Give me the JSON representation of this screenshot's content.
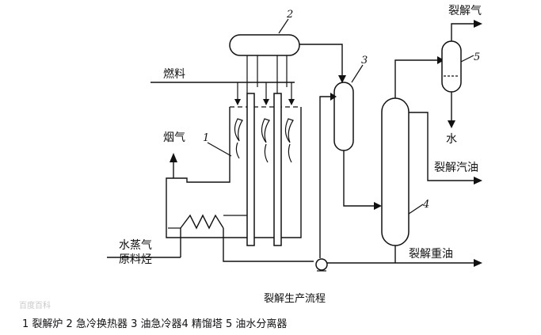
{
  "diagram": {
    "caption": "裂解生产流程",
    "legend": "1 裂解炉 2 急冷换热器 3 油急冷器4 精馏塔 5 油水分离器",
    "watermark": "百度百科",
    "labels": {
      "fuel": "燃料",
      "flue_gas": "烟气",
      "steam": "水蒸气",
      "feed": "原料烃",
      "cracked_gas": "裂解气",
      "water": "水",
      "cracked_gasoline": "裂解汽油",
      "cracked_heavy_oil": "裂解重油"
    },
    "numbers": {
      "furnace": "1",
      "quench_exchanger": "2",
      "oil_quencher": "3",
      "fractionator": "4",
      "separator": "5"
    }
  }
}
